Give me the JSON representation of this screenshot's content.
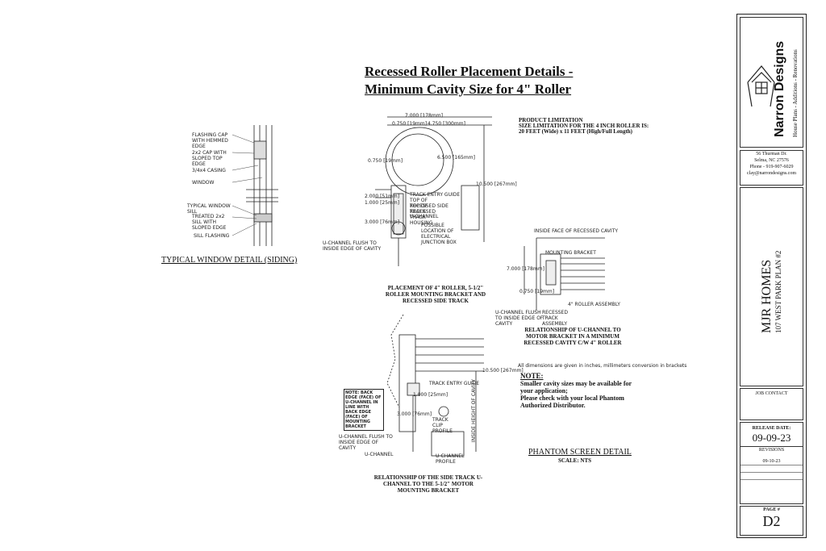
{
  "sheet": {
    "title_line1": "Recessed Roller  Placement Details -",
    "title_line2": "Minimum Cavity Size for 4\" Roller"
  },
  "window_detail": {
    "labels": [
      "FLASHING CAP WITH HEMMED EDGE",
      "2x2 CAP WITH SLOPED TOP EDGE",
      "3/4x4 CASING",
      "WINDOW",
      "TYPICAL WINDOW SILL",
      "TREATED 2x2 SILL WITH SLOPED EDGE",
      "SILL FLASHING"
    ],
    "caption": "TYPICAL WINDOW DETAIL (SIDING)"
  },
  "roller_detail": {
    "dims": [
      "7.000 [178mm]",
      "0.750 [19mm]",
      "4.750 [300mm]",
      "6.500 [165mm]",
      "2.000 [51mm]",
      "1.000 [25mm]",
      "3.000 [76mm]",
      "0.750 [19mm]",
      "10.500 [267mm]"
    ],
    "labels": [
      "TRACK ENTRY GUIDE",
      "TOP OF RECESSED SIDE TRACK",
      "TOP OF RECESSED TRACK HOUSING",
      "U-CHANNEL",
      "POSSIBLE LOCATION OF ELECTRICAL JUNCTION BOX",
      "U-CHANNEL FLUSH TO INSIDE EDGE OF CAVITY"
    ],
    "caption": "PLACEMENT OF 4\" ROLLER, 5-1/2\" ROLLER MOUNTING BRACKET AND RECESSED SIDE TRACK"
  },
  "product_limitation": {
    "heading": "PRODUCT LIMITATION",
    "line1": "SIZE LIMITATION FOR THE 4 INCH ROLLER IS:",
    "line2": "20 FEET (Wide) x 11 FEET (High/Full Length)"
  },
  "bracket_detail": {
    "labels": [
      "INSIDE FACE OF RECESSED CAVITY",
      "MOUNTING BRACKET",
      "4\" ROLLER ASSEMBLY",
      "U-CHANNEL FLUSH TO INSIDE EDGE OF CAVITY",
      "RECESSED TRACK ASSEMBLY"
    ],
    "dims": [
      "7.000 [178mm]",
      "0.750 [19mm]"
    ],
    "caption": "RELATIONSHIP OF U-CHANNEL TO MOTOR BRACKET IN A MINIMUM RECESSED CAVITY C/W 4\" ROLLER"
  },
  "dimension_note": "All dimensions are given in inches, millimeters conversion in brackets",
  "note": {
    "heading": "NOTE:",
    "lines": [
      "Smaller cavity sizes may be available for",
      "your application;",
      "Please check with your local Phantom",
      "Authorized Distributor."
    ]
  },
  "side_track_detail": {
    "side_note": "NOTE: BACK EDGE (FACE) OF U-CHANNEL IN LINE WITH BACK EDGE (FACE) OF MOUNTING BRACKET",
    "labels": [
      "TRACK ENTRY GUIDE",
      "TRACK CLIP PROFILE",
      "U-CHANNEL FLUSH TO INSIDE EDGE OF CAVITY",
      "U-CHANNEL",
      "U-CHANNEL PROFILE",
      "INSIDE HEIGHT OF CAVITY"
    ],
    "dims": [
      "1.000 [25mm]",
      "3.000 [76mm]",
      "10.500 [267mm]"
    ],
    "caption": "RELATIONSHIP OF THE SIDE TRACK U-CHANNEL TO THE 5-1/2\" MOTOR MOUNTING BRACKET"
  },
  "phantom": {
    "title": "PHANTOM SCREEN DETAIL",
    "scale": "SCALE: NTS"
  },
  "title_block": {
    "company": "Narron Designs",
    "tagline": "House Plans - Additions - Renovations",
    "address1": "56 Thurman Dr.",
    "address2": "Selma, NC 27576",
    "phone": "Phone - 919-907-6029",
    "email": "clay@narrondesigns.com",
    "project": "MJR HOMES",
    "plan": "107 WEST PARK PLAN #2",
    "job_contact": "JOB CONTACT",
    "release_label": "RELEASE DATE:",
    "release_date": "09-09-23",
    "revisions_label": "REVISIONS",
    "revision1": "09-10-23",
    "page_label": "PAGE #",
    "page": "D2"
  }
}
